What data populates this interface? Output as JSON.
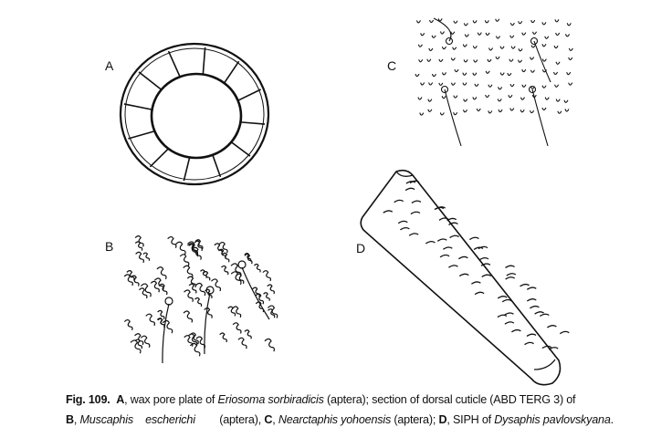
{
  "panels": {
    "a": {
      "label": "A"
    },
    "b": {
      "label": "B"
    },
    "c": {
      "label": "C"
    },
    "d": {
      "label": "D"
    }
  },
  "caption": {
    "fig_number": "Fig. 109.",
    "line1": {
      "a_label": "A",
      "t1": ", wax pore plate of ",
      "species_a": "Eriosoma sorbiradicis",
      "t2": " (aptera); section of dorsal cuticle (ABD TERG 3) of"
    },
    "line2": {
      "b_label": "B",
      "t1": ", ",
      "species_b": "Muscaphis    escherichi",
      "t2": "        (aptera), ",
      "c_label": "C",
      "t3": ", ",
      "species_c": "Nearctaphis yohoensis",
      "t4": " (aptera); ",
      "d_label": "D",
      "t5": ", SIPH of ",
      "species_d": "Dysaphis pavlovskyana",
      "t6": "."
    }
  }
}
